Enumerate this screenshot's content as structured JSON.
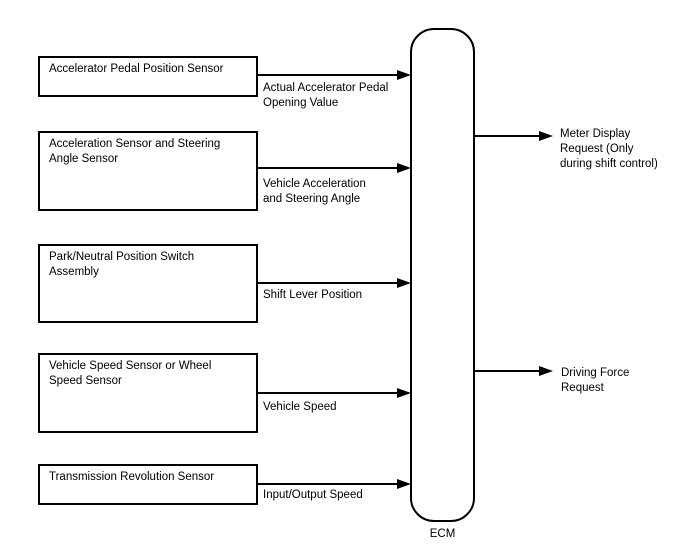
{
  "colors": {
    "ink": "#000000",
    "background": "#ffffff"
  },
  "ecm": {
    "label": "ECM"
  },
  "inputs": [
    {
      "source": "Accelerator Pedal Position Sensor",
      "signal": "Actual Accelerator Pedal\nOpening Value"
    },
    {
      "source": "Acceleration Sensor and Steering\nAngle Sensor",
      "signal": "Vehicle Acceleration\nand Steering Angle"
    },
    {
      "source": "Park/Neutral Position Switch\nAssembly",
      "signal": "Shift Lever Position"
    },
    {
      "source": "Vehicle Speed Sensor or Wheel\nSpeed Sensor",
      "signal": "Vehicle Speed"
    },
    {
      "source": "Transmission Revolution Sensor",
      "signal": "Input/Output Speed"
    }
  ],
  "outputs": [
    {
      "signal": "Meter Display\nRequest (Only\nduring shift control)"
    },
    {
      "signal": "Driving Force\nRequest"
    }
  ]
}
